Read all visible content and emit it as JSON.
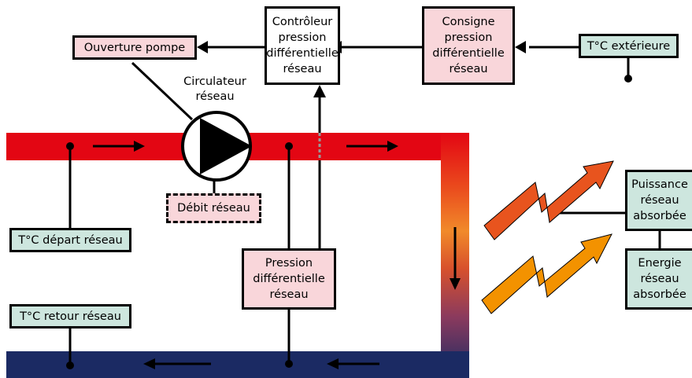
{
  "boxes": {
    "controleur": [
      "Contrôleur",
      "pression",
      "différentielle",
      "réseau"
    ],
    "consigne": [
      "Consigne",
      "pression",
      "différentielle",
      "réseau"
    ],
    "t_exterieure": "T°C extérieure",
    "ouverture_pompe": "Ouverture pompe",
    "debit_reseau": "Débit réseau",
    "t_depart": "T°C départ réseau",
    "t_retour": "T°C retour réseau",
    "pression_diff": [
      "Pression",
      "différentielle",
      "réseau"
    ],
    "puissance": [
      "Puissance",
      "réseau",
      "absorbée"
    ],
    "energie": [
      "Energie",
      "réseau",
      "absorbée"
    ]
  },
  "labels": {
    "circulateur": [
      "Circulateur",
      "réseau"
    ]
  },
  "colors": {
    "supply_pipe": "#e30613",
    "return_pipe": "#1b2a63",
    "pink_fill": "#f9d6da",
    "green_fill": "#cde6de",
    "bolt_red": "#e8541e",
    "bolt_orange": "#f39200"
  }
}
